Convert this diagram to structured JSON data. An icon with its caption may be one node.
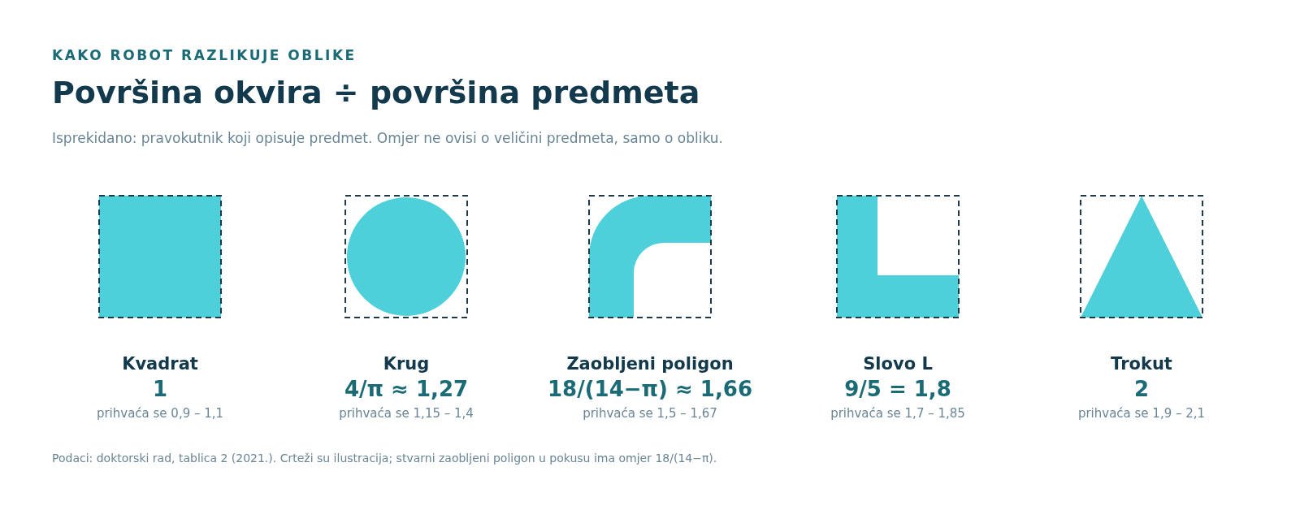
{
  "diagram": {
    "title": "Površina okvira ÷ površina predmeta",
    "caption": "Podaci: doktorski rad, tablica 2 (2021.). Crteži su ilustracija; stvarni zaobljeni poligon u pokusu ima omjer 18/(14−π).",
    "nodes": [
      {
        "text": [
          "Kvadrat",
          "1"
        ]
      },
      {
        "text": [
          "Krug",
          "4/π ≈ 1,27"
        ]
      },
      {
        "text": [
          "Zaobljeni poligon",
          "18/(14−π) ≈ 1,66"
        ]
      },
      {
        "text": [
          "Slovo L",
          "9/5 = 1,8"
        ]
      },
      {
        "text": [
          "Trokut",
          "2"
        ]
      }
    ],
    "labels": [
      "KAKO ROBOT RAZLIKUJE OBLIKE",
      "Isprekidano: pravokutnik koji opisuje predmet. Omjer ne ovisi o veličini predmeta, samo o obliku.",
      "prihvaća se 0,9 – 1,1",
      "prihvaća se 1,15 – 1,4",
      "prihvaća se 1,5 – 1,67",
      "prihvaća se 1,7 – 1,85",
      "prihvaća se 1,9 – 2,1"
    ]
  }
}
